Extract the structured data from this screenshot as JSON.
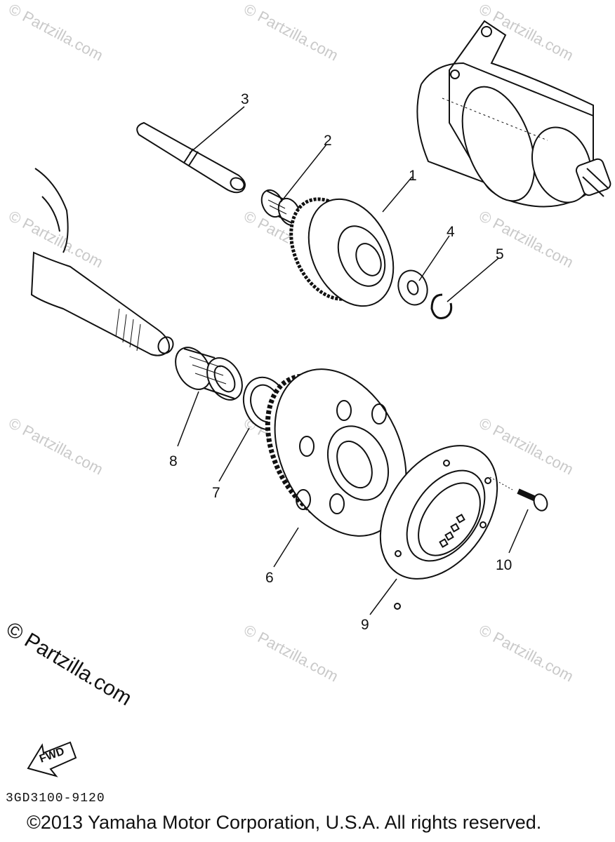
{
  "watermarks": {
    "small_text": "© Partzilla.com",
    "large_text": "© Partzilla.com"
  },
  "callouts": {
    "c1": "1",
    "c2": "2",
    "c3": "3",
    "c4": "4",
    "c5": "5",
    "c6": "6",
    "c7": "7",
    "c8": "8",
    "c9": "9",
    "c10": "10"
  },
  "fwd_label": "FWD",
  "part_number": "3GD3100-9120",
  "copyright": "©2013  Yamaha Motor Corporation, U.S.A. All rights reserved.",
  "colors": {
    "ink": "#111111",
    "watermark": "#c9c9c9",
    "background": "#ffffff"
  }
}
